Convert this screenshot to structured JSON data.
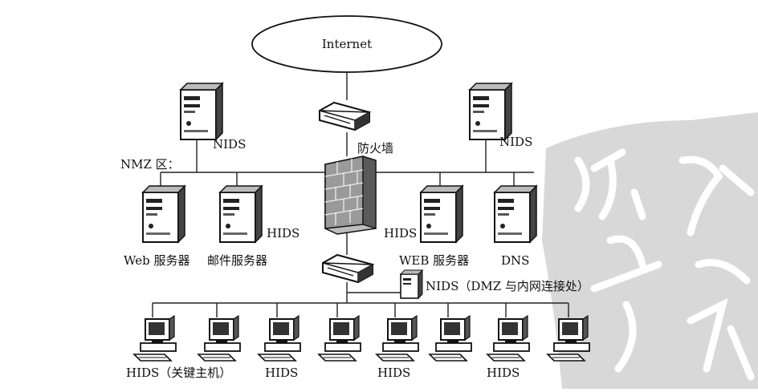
{
  "labels": {
    "internet": "Internet",
    "firewall": "防火墙",
    "nmz_zone": "NMZ 区：",
    "nids_left": "NIDS",
    "nids_right": "NIDS",
    "nids_dmz": "NIDS（DMZ 与内网连接处）",
    "hids_mail": "HIDS",
    "hids_web": "HIDS",
    "web_server_left": "Web 服务器",
    "mail_server": "邮件服务器",
    "web_server_right": "WEB 服务器",
    "dns": "DNS",
    "hids_key_host": "HIDS（关键主机）",
    "hids_pc3": "HIDS",
    "hids_pc5": "HIDS",
    "hids_pc7": "HIDS"
  },
  "watermark": {
    "color": "#d8d8d8"
  }
}
